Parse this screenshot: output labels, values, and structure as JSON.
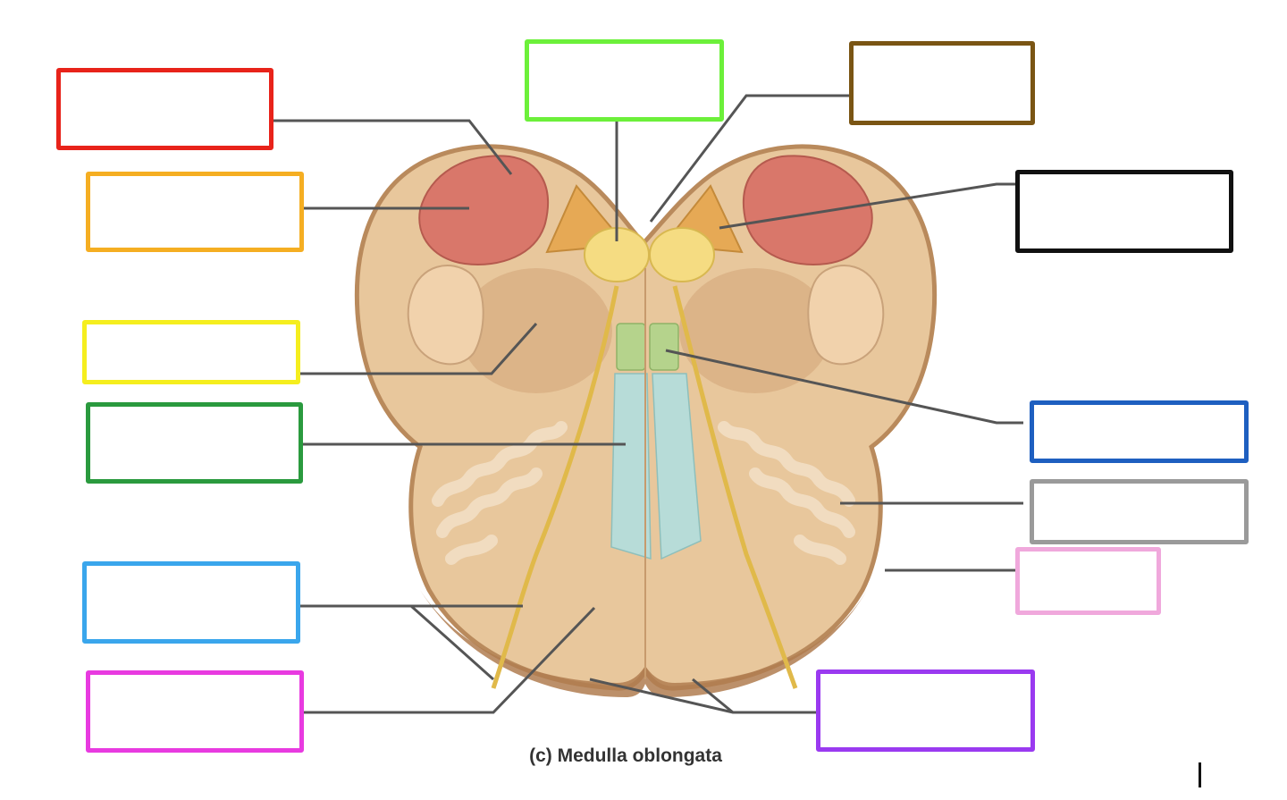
{
  "caption": "(c) Medulla oblongata",
  "colors": {
    "tissue": "#e8c79c",
    "tissue_edge": "#b98a5c",
    "red_structure": "#d9776a",
    "orange_structure": "#e6a955",
    "yellow_structure": "#f5dc82",
    "green_structure": "#b5d38c",
    "blue_structure": "#b7dcd8",
    "olive_folds": "#f1dcc0",
    "leader_line": "#555555"
  },
  "label_boxes": [
    {
      "id": "box-red",
      "color": "#e8231a"
    },
    {
      "id": "box-orange",
      "color": "#f5ae22"
    },
    {
      "id": "box-yellow",
      "color": "#f5ee1e"
    },
    {
      "id": "box-green",
      "color": "#2a9a3e"
    },
    {
      "id": "box-lightblue",
      "color": "#3aa6ec"
    },
    {
      "id": "box-magenta",
      "color": "#e83ae0"
    },
    {
      "id": "box-lime",
      "color": "#6cf03a"
    },
    {
      "id": "box-brown",
      "color": "#7a5514"
    },
    {
      "id": "box-black",
      "color": "#111111"
    },
    {
      "id": "box-blue",
      "color": "#1e5fc0"
    },
    {
      "id": "box-gray",
      "color": "#9a9a9a"
    },
    {
      "id": "box-pink",
      "color": "#f0a8dc"
    },
    {
      "id": "box-purple",
      "color": "#9a3af0"
    }
  ]
}
